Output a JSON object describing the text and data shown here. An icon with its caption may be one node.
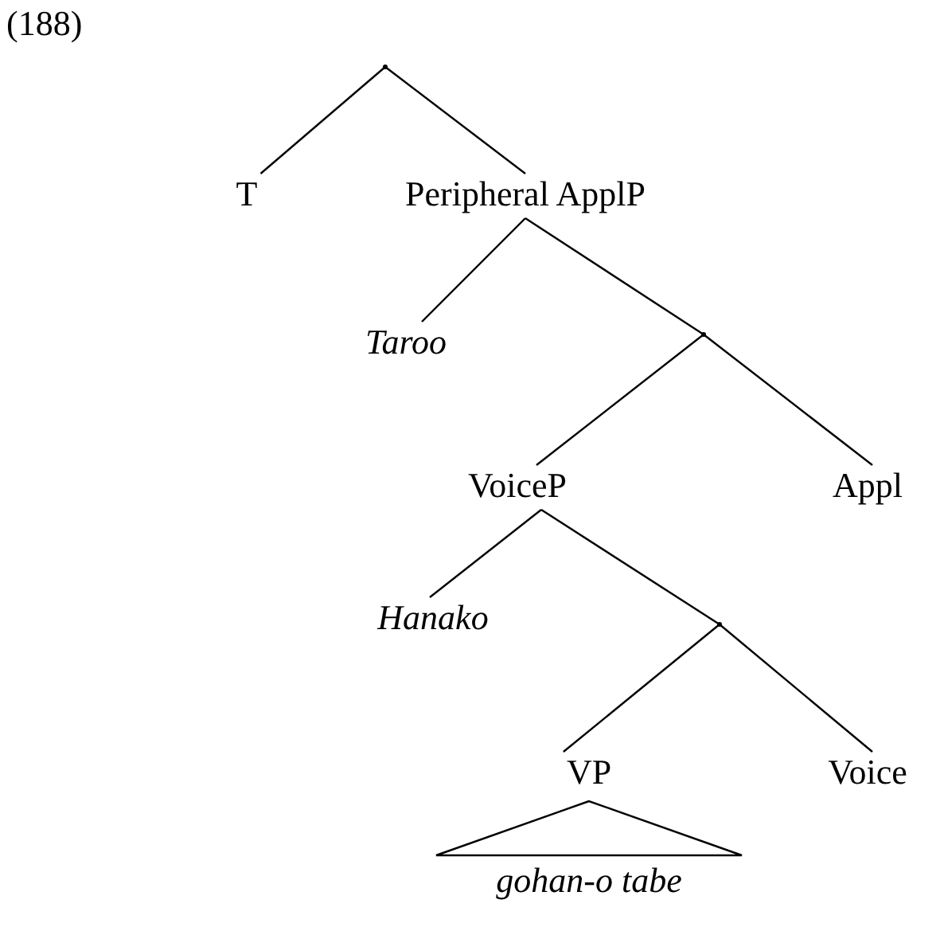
{
  "diagram": {
    "nodes": [
      {
        "text": [],
        "shape": "point"
      },
      {
        "text": [
          "T"
        ]
      },
      {
        "text": [
          "Peripheral ApplP"
        ]
      },
      {
        "text": [
          "Taroo"
        ]
      },
      {
        "text": [],
        "shape": "point"
      },
      {
        "text": [
          "VoiceP"
        ]
      },
      {
        "text": [
          "Appl"
        ]
      },
      {
        "text": [
          "Hanako"
        ]
      },
      {
        "text": [],
        "shape": "point"
      },
      {
        "text": [
          "VP"
        ]
      },
      {
        "text": [
          "Voice"
        ]
      },
      {
        "text": [
          "gohan-o tabe"
        ]
      }
    ],
    "edges": [
      {
        "from": 0,
        "to": 1,
        "arrow": "none"
      },
      {
        "from": 0,
        "to": 2,
        "arrow": "none"
      },
      {
        "from": 2,
        "to": 3,
        "arrow": "none"
      },
      {
        "from": 2,
        "to": 4,
        "arrow": "none"
      },
      {
        "from": 4,
        "to": 5,
        "arrow": "none"
      },
      {
        "from": 4,
        "to": 6,
        "arrow": "none"
      },
      {
        "from": 5,
        "to": 7,
        "arrow": "none"
      },
      {
        "from": 5,
        "to": 8,
        "arrow": "none"
      },
      {
        "from": 8,
        "to": 9,
        "arrow": "none"
      },
      {
        "from": 8,
        "to": 10,
        "arrow": "none"
      }
    ],
    "labels": [
      "(188)"
    ]
  }
}
